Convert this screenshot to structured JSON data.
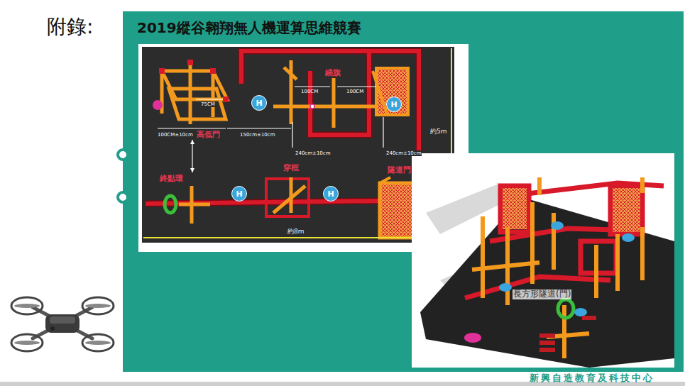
{
  "diagram": {
    "title": "2019縱谷翱翔無人機運算思維競賽",
    "nodes": [
      {
        "text": [
          "H"
        ]
      },
      {
        "text": [
          "H"
        ]
      },
      {
        "text": [
          "H"
        ]
      },
      {
        "text": [
          "H"
        ]
      }
    ],
    "labels": [
      "附錄:",
      "高低門",
      "繞旗",
      "終點環",
      "穿框",
      "隧道門",
      "100CM",
      "100CM",
      "75CM",
      "100CM±10cm",
      "150cm±10cm",
      "240cm±10cm",
      "240cm±10cm",
      "約5m",
      "約8m",
      "長方形隧道(門)",
      "新興自造教育及科技中心"
    ]
  }
}
